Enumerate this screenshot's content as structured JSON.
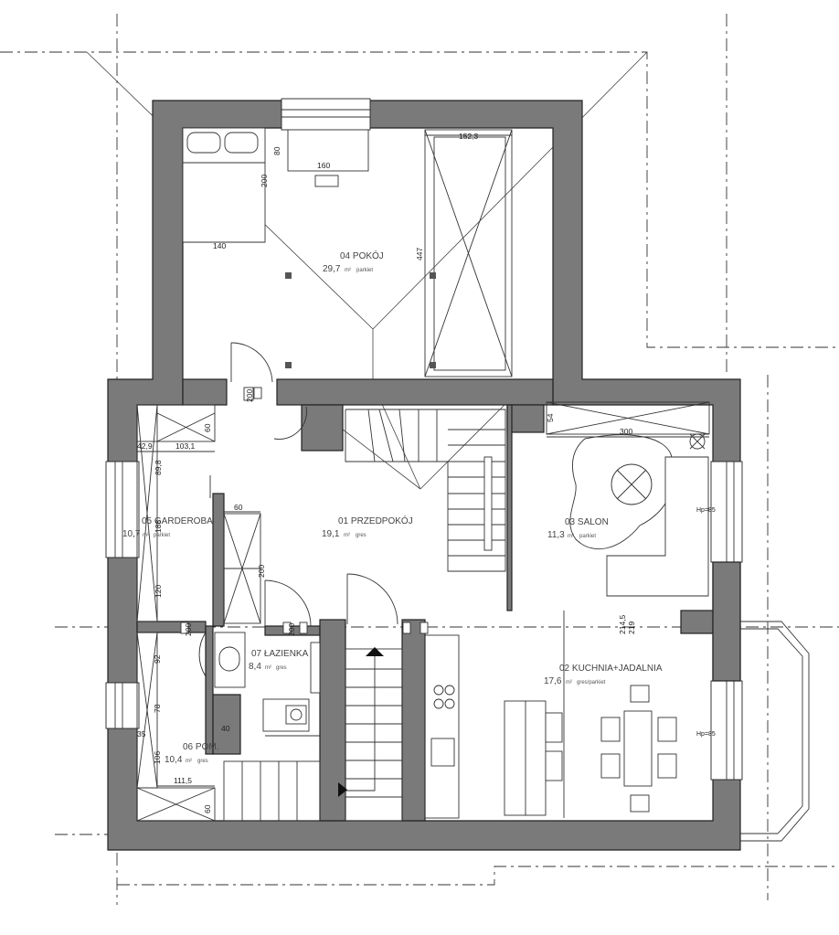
{
  "rooms": {
    "pokoj": {
      "name": "04 POKÓJ",
      "area": "29,7",
      "unit": "m²",
      "finish": "parkiet"
    },
    "przed": {
      "name": "01 PRZEDPOKÓJ",
      "area": "19,1",
      "unit": "m²",
      "finish": "gres"
    },
    "salon": {
      "name": "03 SALON",
      "area": "11,3",
      "unit": "m²",
      "finish": "parkiet"
    },
    "gard": {
      "name": "05 GARDEROBA",
      "area": "10,7",
      "unit": "m²",
      "finish": "parkiet"
    },
    "laz": {
      "name": "07 ŁAZIENKA",
      "area": "8,4",
      "unit": "m²",
      "finish": "gres"
    },
    "kuch": {
      "name": "02 KUCHNIA+JADALNIA",
      "area": "17,6",
      "unit": "m²",
      "finish": "gres/parkiet"
    },
    "pom": {
      "name": "06 POM.",
      "area": "10,4",
      "unit": "m²",
      "finish": "gres"
    }
  },
  "dims": {
    "d80": "80",
    "d160": "160",
    "d200a": "200",
    "d140": "140",
    "d152": "152,3",
    "d447": "447",
    "d200b": "200",
    "d54": "54",
    "d300": "300",
    "d60a": "60",
    "d429": "42,9",
    "d1031": "103,1",
    "d60b": "60",
    "d200c": "200",
    "d200d": "200",
    "d200e": "200",
    "d2145": "214,5",
    "d219": "219",
    "d92": "92",
    "d78": "78",
    "d35": "35",
    "d106": "106",
    "d40": "40",
    "d1115": "111,5",
    "d60c": "60",
    "d898": "89,8",
    "d188": "188",
    "d120": "120"
  },
  "hp1": "Hp=85",
  "hp2": "Hp=85",
  "stove": "STOVE"
}
